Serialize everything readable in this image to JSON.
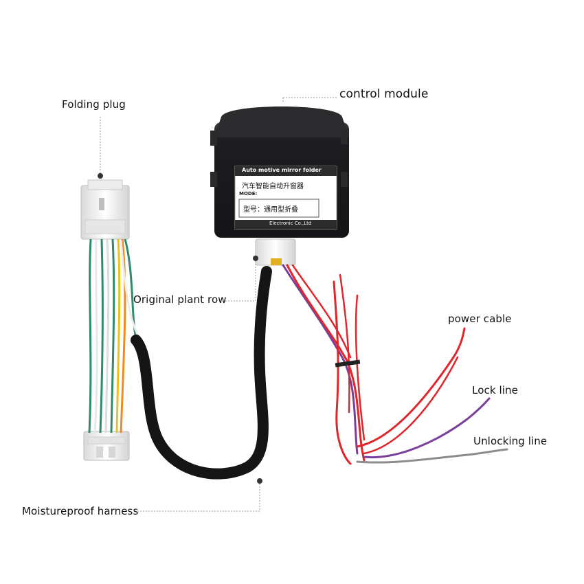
{
  "labels": {
    "folding_plug": "Folding plug",
    "control_module": "control module",
    "original_plant_row": "Original plant row",
    "power_cable": "power cable",
    "lock_line": "Lock line",
    "unlocking_line": "Unlocking line",
    "moistureproof_harness": "Moistureproof harness"
  },
  "sticker": {
    "header": "Auto motive mirror folder",
    "chinese_title": "汽车智能自动升窗器",
    "mode_label": "MODE:",
    "model_text": "型号：通用型折叠",
    "footer": "Electronic Co.,Ltd"
  },
  "colors": {
    "background": "#ffffff",
    "module_body": "#1c1c1e",
    "harness_sleeve": "#151515",
    "connector": "#f2f2f2",
    "wire_red": "#e0262a",
    "wire_purple": "#7a3f9a",
    "wire_grey": "#8c8c8c",
    "wire_green": "#2e8b6e",
    "leader_line": "#9a9a9a"
  },
  "icons": [
    "leader-dot-icon"
  ]
}
